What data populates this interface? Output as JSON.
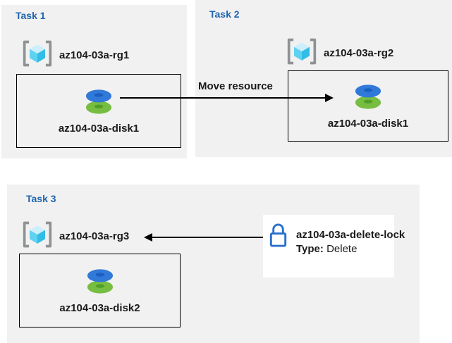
{
  "tasks": [
    {
      "title": "Task 1",
      "resource_group": "az104-03a-rg1",
      "resource": "az104-03a-disk1"
    },
    {
      "title": "Task 2",
      "resource_group": "az104-03a-rg2",
      "resource": "az104-03a-disk1"
    },
    {
      "title": "Task 3",
      "resource_group": "az104-03a-rg3",
      "resource": "az104-03a-disk2"
    }
  ],
  "arrows": {
    "move_label": "Move resource"
  },
  "lock": {
    "name": "az104-03a-delete-lock",
    "type_label": "Type:",
    "type_value": " Delete"
  },
  "icons": {
    "resource_group": "resource-group-icon",
    "disk": "disk-icon",
    "lock": "lock-icon"
  },
  "colors": {
    "panel_bg": "#f1f1f1",
    "task_title_blue": "#2064ae",
    "text": "#1a1a1a",
    "box_border": "#000000",
    "lock_blue": "#2970cc",
    "disk_blue": "#3079d8",
    "disk_blue_hole": "#1b5fc0",
    "disk_green": "#77bd41",
    "disk_green_hole": "#4f9e27",
    "rg_bracket_gray": "#8f9294",
    "rg_cube_top": "#cdeffb",
    "rg_cube_left": "#5fd2f2",
    "rg_cube_right": "#32bde6"
  }
}
